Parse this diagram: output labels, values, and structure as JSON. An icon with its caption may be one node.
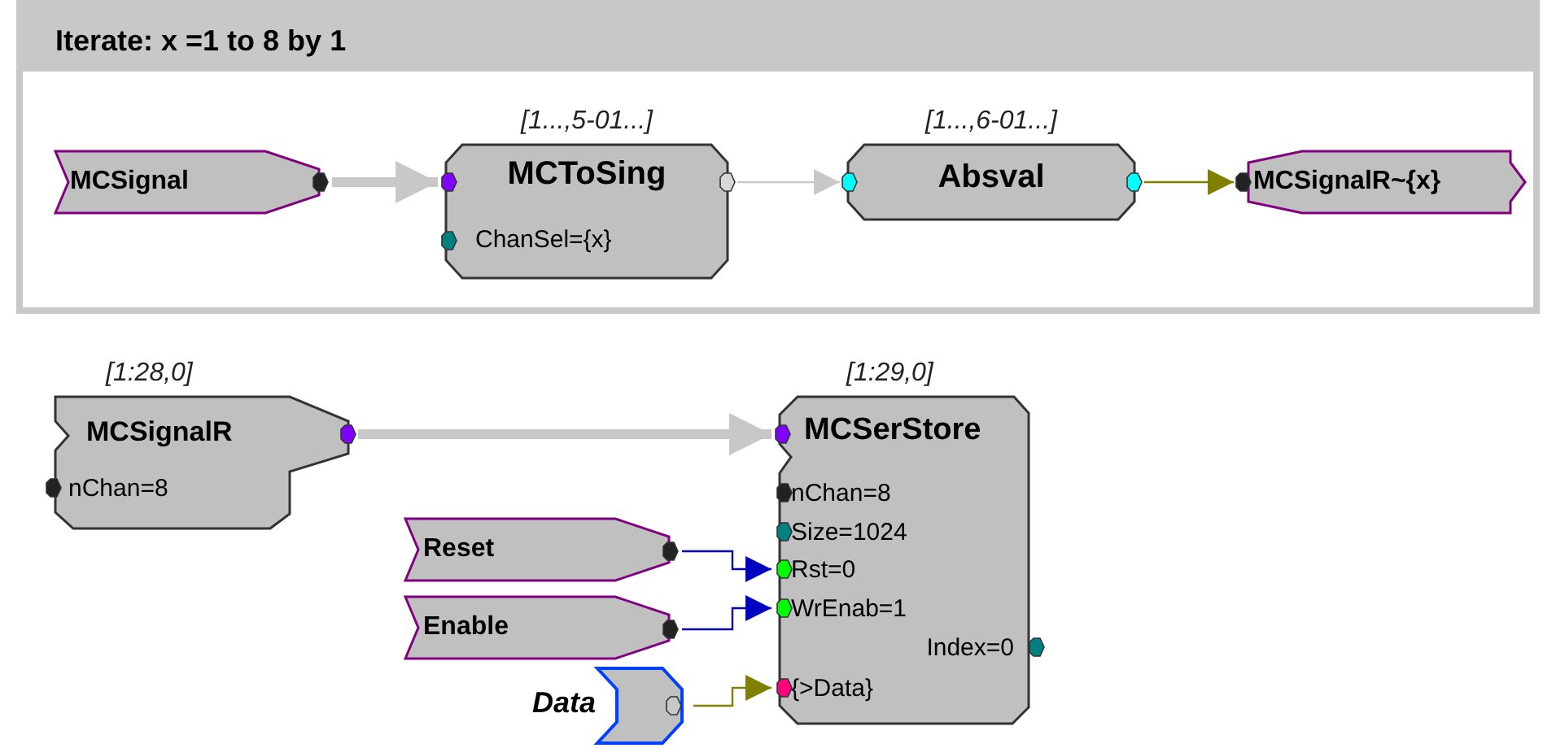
{
  "diagram": {
    "nodes": [
      {
        "text": [
          "Iterate: x =1 to 8 by 1"
        ]
      },
      {
        "text": [
          "MCSignal"
        ],
        "in": 0
      },
      {
        "text": [
          "MCToSing",
          "ChanSel={x}"
        ],
        "beside": [
          "[1...,5-01...]"
        ],
        "in": 0
      },
      {
        "text": [
          "Absval"
        ],
        "beside": [
          "[1...,6-01...]"
        ],
        "in": 0
      },
      {
        "text": [
          "MCSignalR~{x}"
        ],
        "in": 0
      },
      {
        "text": [
          "MCSignalR",
          "nChan=8"
        ],
        "beside": [
          "[1:28,0]"
        ]
      },
      {
        "text": [
          "MCSerStore",
          "nChan=8",
          "Size=1024",
          "Rst=0",
          "WrEnab=1",
          "Index=0",
          "{>Data}"
        ],
        "beside": [
          "[1:29,0]"
        ]
      },
      {
        "text": [
          "Reset"
        ]
      },
      {
        "text": [
          "Enable"
        ]
      },
      {
        "text": [
          "Data"
        ]
      }
    ],
    "edges": [
      {
        "from": 1,
        "to": 2,
        "arrow": "to",
        "style": "thick",
        "color": "#c8c8c8"
      },
      {
        "from": 2,
        "to": 3,
        "arrow": "to",
        "color": "#c8c8c8"
      },
      {
        "from": 3,
        "to": 4,
        "arrow": "to",
        "color": "#808000"
      },
      {
        "from": 5,
        "to": 6,
        "arrow": "to",
        "style": "thick",
        "color": "#c8c8c8"
      },
      {
        "from": 7,
        "to": 6,
        "arrow": "to",
        "color": "#0000c0"
      },
      {
        "from": 8,
        "to": 6,
        "arrow": "to",
        "color": "#0000c0"
      },
      {
        "from": 9,
        "to": 6,
        "arrow": "to",
        "color": "#808000"
      }
    ]
  }
}
